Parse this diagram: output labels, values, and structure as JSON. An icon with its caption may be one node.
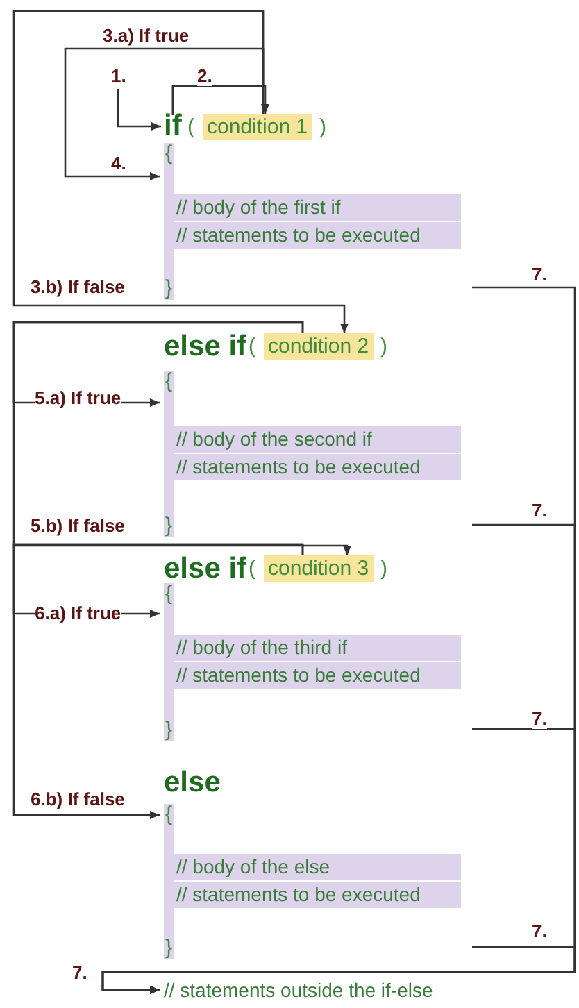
{
  "diagram": {
    "nodes": [
      {
        "text": [
          "if"
        ]
      },
      {
        "text": [
          "condition 1"
        ],
        "beside": [
          "(",
          ")"
        ]
      },
      {
        "text": [
          "{",
          "// body of the first if",
          "// statements to be executed",
          "}"
        ]
      },
      {
        "text": [
          "else if"
        ]
      },
      {
        "text": [
          "condition 2"
        ],
        "beside": [
          "(",
          ")"
        ]
      },
      {
        "text": [
          "{",
          "// body of the second if",
          "// statements to be executed",
          "}"
        ]
      },
      {
        "text": [
          "else if"
        ]
      },
      {
        "text": [
          "condition 3"
        ],
        "beside": [
          "(",
          ")"
        ]
      },
      {
        "text": [
          "{",
          "// body of the third if",
          "// statements to be executed",
          "}"
        ]
      },
      {
        "text": [
          "else"
        ]
      },
      {
        "text": [
          "{",
          "// body of the else",
          "// statements to be executed",
          "}"
        ]
      },
      {
        "text": [
          "// statements outside the if-else"
        ]
      }
    ],
    "edges": [
      {
        "from": null,
        "to": 0,
        "arrow": "to",
        "label": "1."
      },
      {
        "from": 0,
        "to": 1,
        "arrow": "to",
        "label": "2."
      },
      {
        "from": 1,
        "to": 2,
        "arrow": "to",
        "label": "3.a) If true"
      },
      {
        "from": 1,
        "to": 4,
        "arrow": "to",
        "label": "3.b) If false"
      },
      {
        "from": 2,
        "to": 11,
        "arrow": "to",
        "label": "7."
      },
      {
        "from": 4,
        "to": 5,
        "arrow": "to",
        "label": "5.a) If true"
      },
      {
        "from": 4,
        "to": 7,
        "arrow": "to",
        "label": "5.b) If false"
      },
      {
        "from": 5,
        "to": 11,
        "arrow": "to",
        "label": "7."
      },
      {
        "from": 7,
        "to": 8,
        "arrow": "to",
        "label": "6.a) If true"
      },
      {
        "from": 7,
        "to": 10,
        "arrow": "to",
        "label": "6.b) If false"
      },
      {
        "from": 8,
        "to": 11,
        "arrow": "to",
        "label": "7."
      },
      {
        "from": 10,
        "to": 11,
        "arrow": "to",
        "label": "7."
      }
    ],
    "labels": [
      "4.",
      "7."
    ]
  }
}
